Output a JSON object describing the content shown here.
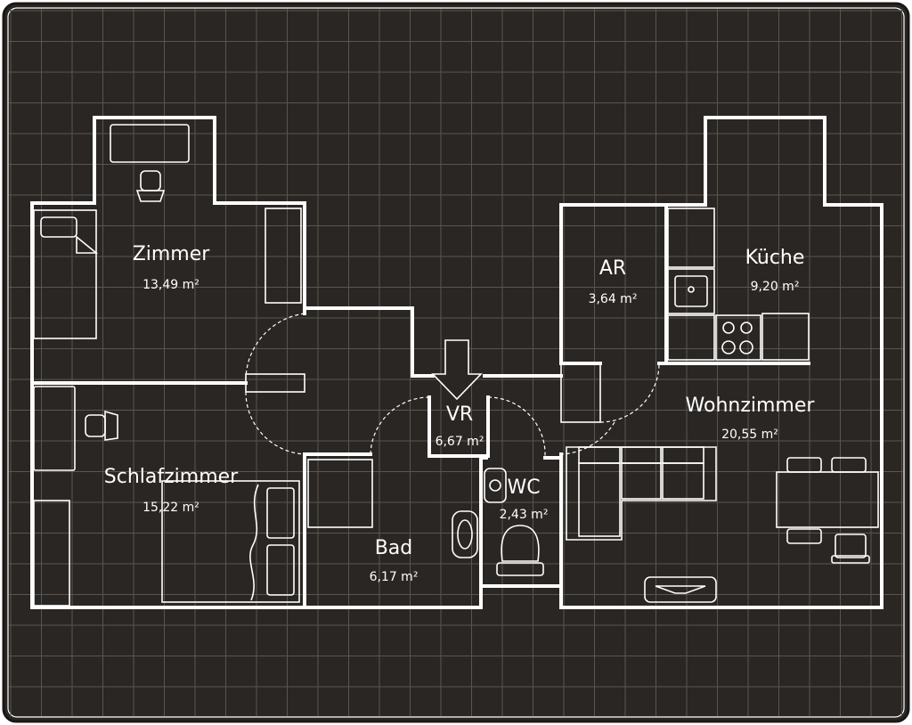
{
  "plan": {
    "background_color": "#2a2623",
    "grid_color": "#5a5550",
    "line_color": "#ffffff",
    "rooms": [
      {
        "id": "zimmer",
        "name": "Zimmer",
        "area": "13,49 m²"
      },
      {
        "id": "schlafzimmer",
        "name": "Schlafzimmer",
        "area": "15,22 m²"
      },
      {
        "id": "vr",
        "name": "VR",
        "area": "6,67 m²"
      },
      {
        "id": "bad",
        "name": "Bad",
        "area": "6,17 m²"
      },
      {
        "id": "wc",
        "name": "WC",
        "area": "2,43 m²"
      },
      {
        "id": "ar",
        "name": "AR",
        "area": "3,64 m²"
      },
      {
        "id": "kueche",
        "name": "Küche",
        "area": "9,20 m²"
      },
      {
        "id": "wohnzimmer",
        "name": "Wohnzimmer",
        "area": "20,55 m²"
      }
    ],
    "icons": [
      "entrance-arrow-icon",
      "bed-icon",
      "double-bed-icon",
      "desk-icon",
      "office-chair-icon",
      "wardrobe-icon",
      "bathtub-icon",
      "sink-icon",
      "toilet-icon",
      "stove-icon",
      "kitchen-sink-icon",
      "sofa-icon",
      "dining-table-icon",
      "tv-stand-icon"
    ]
  }
}
